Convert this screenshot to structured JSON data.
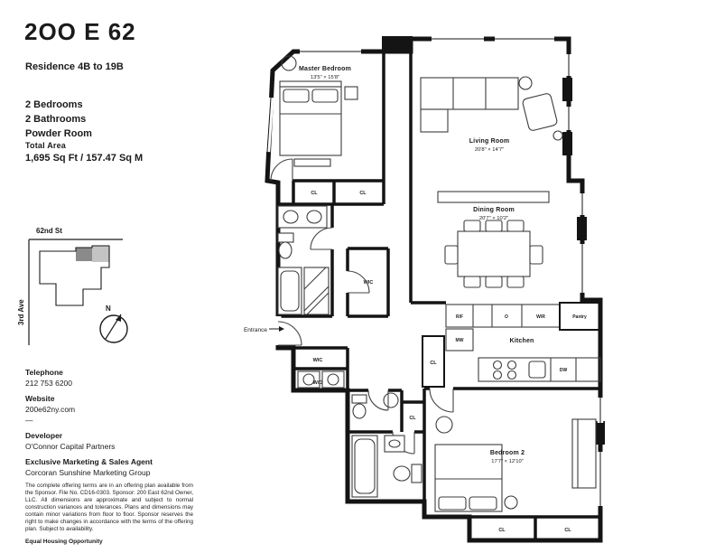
{
  "brand": {
    "logo": "2OO E 62"
  },
  "residence": {
    "title": "Residence 4B to 19B",
    "features": [
      "2 Bedrooms",
      "2 Bathrooms",
      "Powder Room"
    ],
    "total_area_label": "Total Area",
    "total_area_value": "1,695 Sq Ft / 157.47 Sq M"
  },
  "map": {
    "street": "62nd St",
    "avenue": "3rd Ave",
    "compass_n": "N"
  },
  "contact": {
    "telephone_label": "Telephone",
    "telephone": "212 753 6200",
    "website_label": "Website",
    "website": "200e62ny.com",
    "divider": "—",
    "developer_label": "Developer",
    "developer": "O'Connor Capital Partners",
    "agent_label": "Exclusive Marketing & Sales Agent",
    "agent": "Corcoran Sunshine Marketing Group"
  },
  "legal": {
    "disclaimer": "The complete offering terms are in an offering plan available from the Sponsor. File No. CD16-0303. Sponsor: 200 East 62nd Owner, LLC. All dimensions are approximate and subject to normal construction variances and tolerances. Plans and dimensions may contain minor variations from floor to floor. Sponsor reserves the right to make changes in accordance with the terms of the offering plan. Subject to availability.",
    "equal_housing": "Equal Housing Opportunity"
  },
  "plan": {
    "entrance_label": "Entrance",
    "rooms": {
      "master_bedroom": {
        "name": "Master Bedroom",
        "dims": "13'5\" × 15'8\""
      },
      "living_room": {
        "name": "Living Room",
        "dims": "20'8\" × 14'7\""
      },
      "dining_room": {
        "name": "Dining Room",
        "dims": "20'7\" × 10'2\""
      },
      "kitchen": {
        "name": "Kitchen"
      },
      "bedroom_2": {
        "name": "Bedroom 2",
        "dims": "17'7\" × 12'10\""
      }
    },
    "labels": {
      "cl": "CL",
      "wic": "WIC",
      "wd": "W/D",
      "rf": "R/F",
      "mw": "MW",
      "oven": "O",
      "wr": "W/R",
      "pantry": "Pantry",
      "dw": "DW"
    }
  }
}
